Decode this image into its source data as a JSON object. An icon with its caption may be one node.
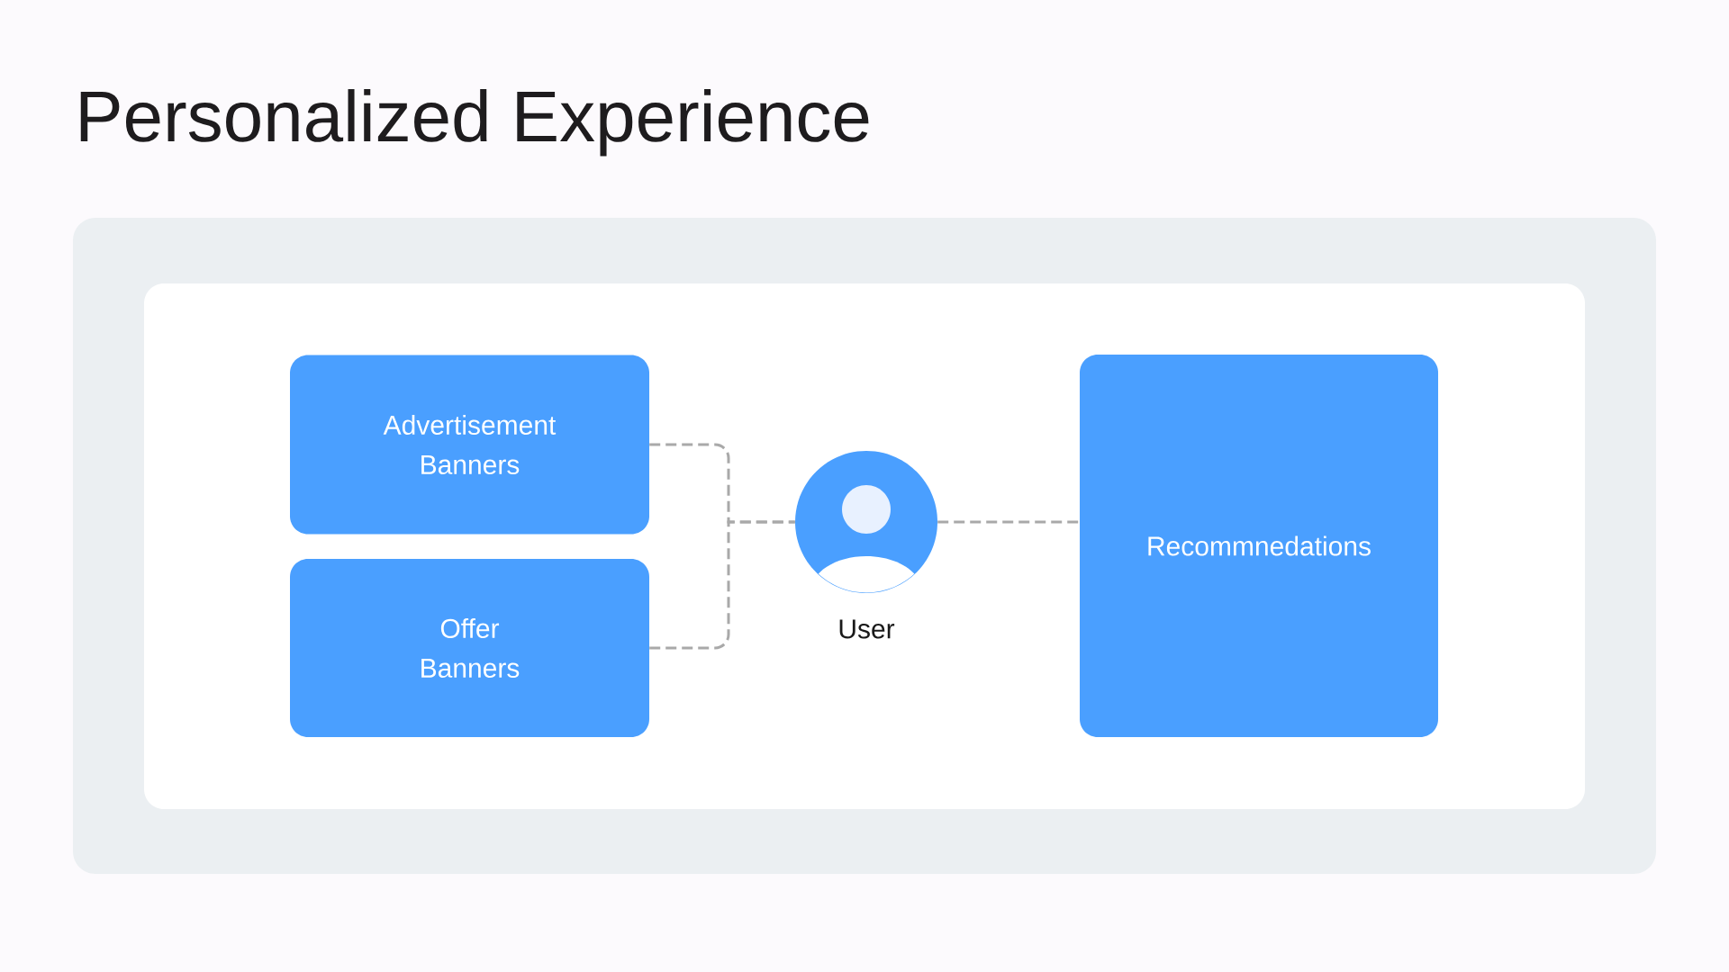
{
  "diagram": {
    "title": "Personalized Experience",
    "nodes": [
      {
        "text": [
          "Advertisement Banners"
        ]
      },
      {
        "text": [
          "Offer Banners"
        ]
      },
      {
        "text": [
          "User"
        ]
      },
      {
        "text": [
          "Recommnedations"
        ]
      }
    ],
    "edges": [
      {
        "from": 0,
        "to": 2,
        "arrow": "none",
        "style": "dashed"
      },
      {
        "from": 1,
        "to": 2,
        "arrow": "none",
        "style": "dashed"
      },
      {
        "from": 2,
        "to": 3,
        "arrow": "none",
        "style": "dashed"
      }
    ]
  }
}
